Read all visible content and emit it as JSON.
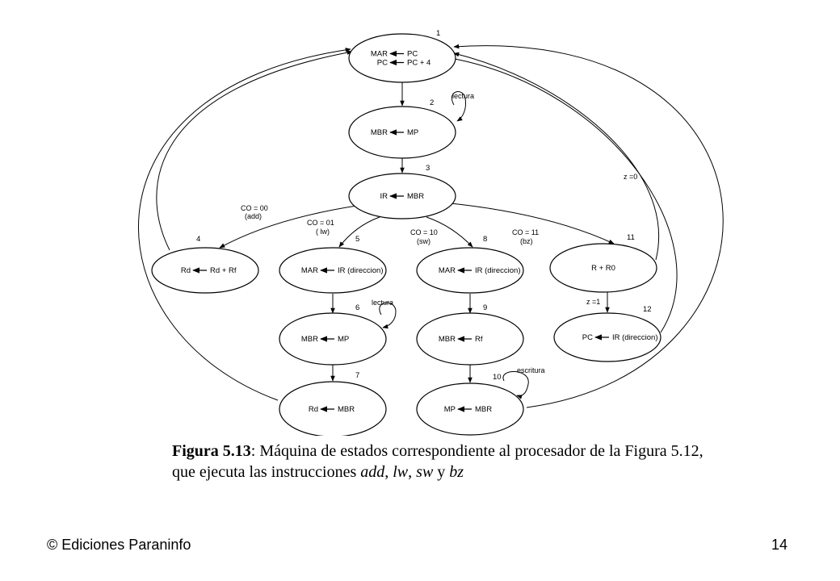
{
  "states": [
    {
      "id": "1",
      "lines": [
        {
          "dst": "MAR",
          "src": "PC"
        },
        {
          "dst": "PC",
          "src": "PC + 4"
        }
      ]
    },
    {
      "id": "2",
      "lines": [
        {
          "dst": "MBR",
          "src": "MP"
        }
      ]
    },
    {
      "id": "3",
      "lines": [
        {
          "dst": "IR",
          "src": "MBR"
        }
      ]
    },
    {
      "id": "4",
      "lines": [
        {
          "dst": "Rd",
          "src": "Rd + Rf"
        }
      ]
    },
    {
      "id": "5",
      "lines": [
        {
          "dst": "MAR",
          "src": "IR (direccion)"
        }
      ]
    },
    {
      "id": "6",
      "lines": [
        {
          "dst": "MBR",
          "src": "MP"
        }
      ]
    },
    {
      "id": "7",
      "lines": [
        {
          "dst": "Rd",
          "src": "MBR"
        }
      ]
    },
    {
      "id": "8",
      "lines": [
        {
          "dst": "MAR",
          "src": "IR (direccion)"
        }
      ]
    },
    {
      "id": "9",
      "lines": [
        {
          "dst": "MBR",
          "src": "Rf"
        }
      ]
    },
    {
      "id": "10",
      "lines": [
        {
          "dst": "MP",
          "src": "MBR"
        }
      ]
    },
    {
      "id": "11",
      "lines": [
        {
          "dst": "",
          "src": "R + R0"
        }
      ]
    },
    {
      "id": "12",
      "lines": [
        {
          "dst": "PC",
          "src": "IR (direccion)"
        }
      ]
    }
  ],
  "edge_labels": {
    "lectura_2": "lectura",
    "lectura_6": "lectura",
    "escritura_10": "escritura",
    "co00": "CO = 00",
    "add": "(add)",
    "co01": "CO = 01",
    "lw": "( lw)",
    "co10": "CO = 10",
    "sw": "(sw)",
    "co11": "CO = 11",
    "bz": "(bz)",
    "z0": "z =0",
    "z1": "z =1"
  },
  "caption": {
    "figure_label": "Figura 5.13",
    "text_1": ": Máquina de estados correspondiente al procesador de la Figura 5.12, que ejecuta las instrucciones ",
    "add": "add",
    "sep_1": ", ",
    "lw": "lw",
    "sep_2": ", ",
    "sw": "sw",
    "sep_3": " y ",
    "bz": "bz"
  },
  "footer": {
    "publisher": "© Ediciones Paraninfo",
    "page_number": "14"
  }
}
